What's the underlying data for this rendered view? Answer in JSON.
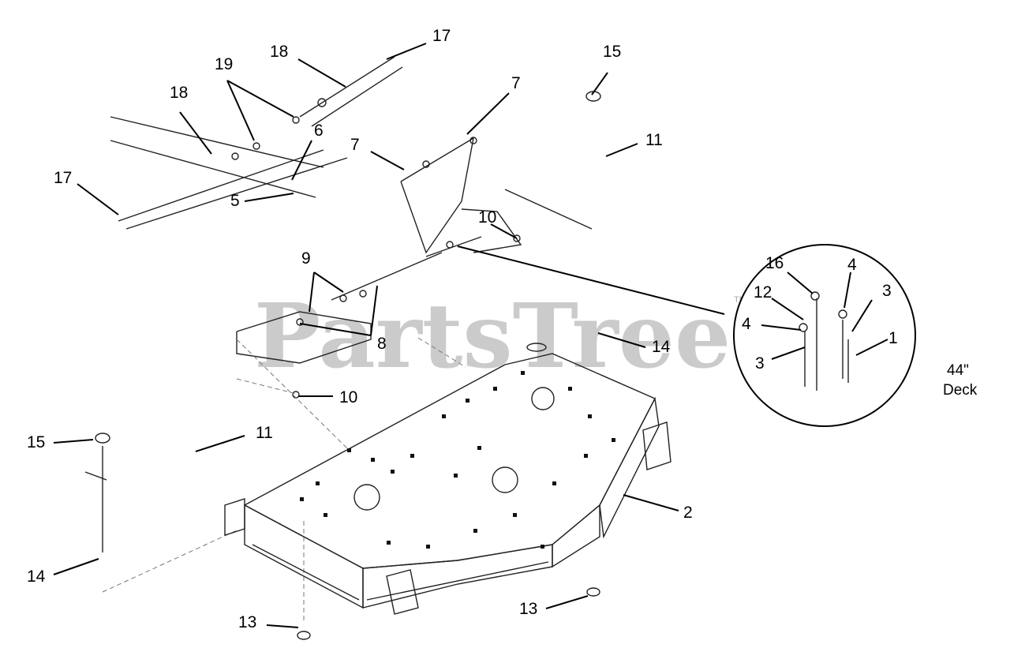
{
  "watermark": {
    "text": "PartsTree",
    "tm": "TM"
  },
  "deck_note": {
    "line1": "44\"",
    "line2": "Deck"
  },
  "callouts": [
    {
      "id": "c17a",
      "text": "17"
    },
    {
      "id": "c18a",
      "text": "18"
    },
    {
      "id": "c19",
      "text": "19"
    },
    {
      "id": "c18b",
      "text": "18"
    },
    {
      "id": "c17b",
      "text": "17"
    },
    {
      "id": "c6",
      "text": "6"
    },
    {
      "id": "c5",
      "text": "5"
    },
    {
      "id": "c7a",
      "text": "7"
    },
    {
      "id": "c7b",
      "text": "7"
    },
    {
      "id": "c15a",
      "text": "15"
    },
    {
      "id": "c11a",
      "text": "11"
    },
    {
      "id": "c10a",
      "text": "10"
    },
    {
      "id": "c9",
      "text": "9"
    },
    {
      "id": "c8",
      "text": "8"
    },
    {
      "id": "c10b",
      "text": "10"
    },
    {
      "id": "c14a",
      "text": "14"
    },
    {
      "id": "c15b",
      "text": "15"
    },
    {
      "id": "c11b",
      "text": "11"
    },
    {
      "id": "c2",
      "text": "2"
    },
    {
      "id": "c14b",
      "text": "14"
    },
    {
      "id": "c13a",
      "text": "13"
    },
    {
      "id": "c13b",
      "text": "13"
    },
    {
      "id": "c16",
      "text": "16"
    },
    {
      "id": "c4a",
      "text": "4"
    },
    {
      "id": "c12",
      "text": "12"
    },
    {
      "id": "c3a",
      "text": "3"
    },
    {
      "id": "c4b",
      "text": "4"
    },
    {
      "id": "c1",
      "text": "1"
    },
    {
      "id": "c3b",
      "text": "3"
    }
  ]
}
